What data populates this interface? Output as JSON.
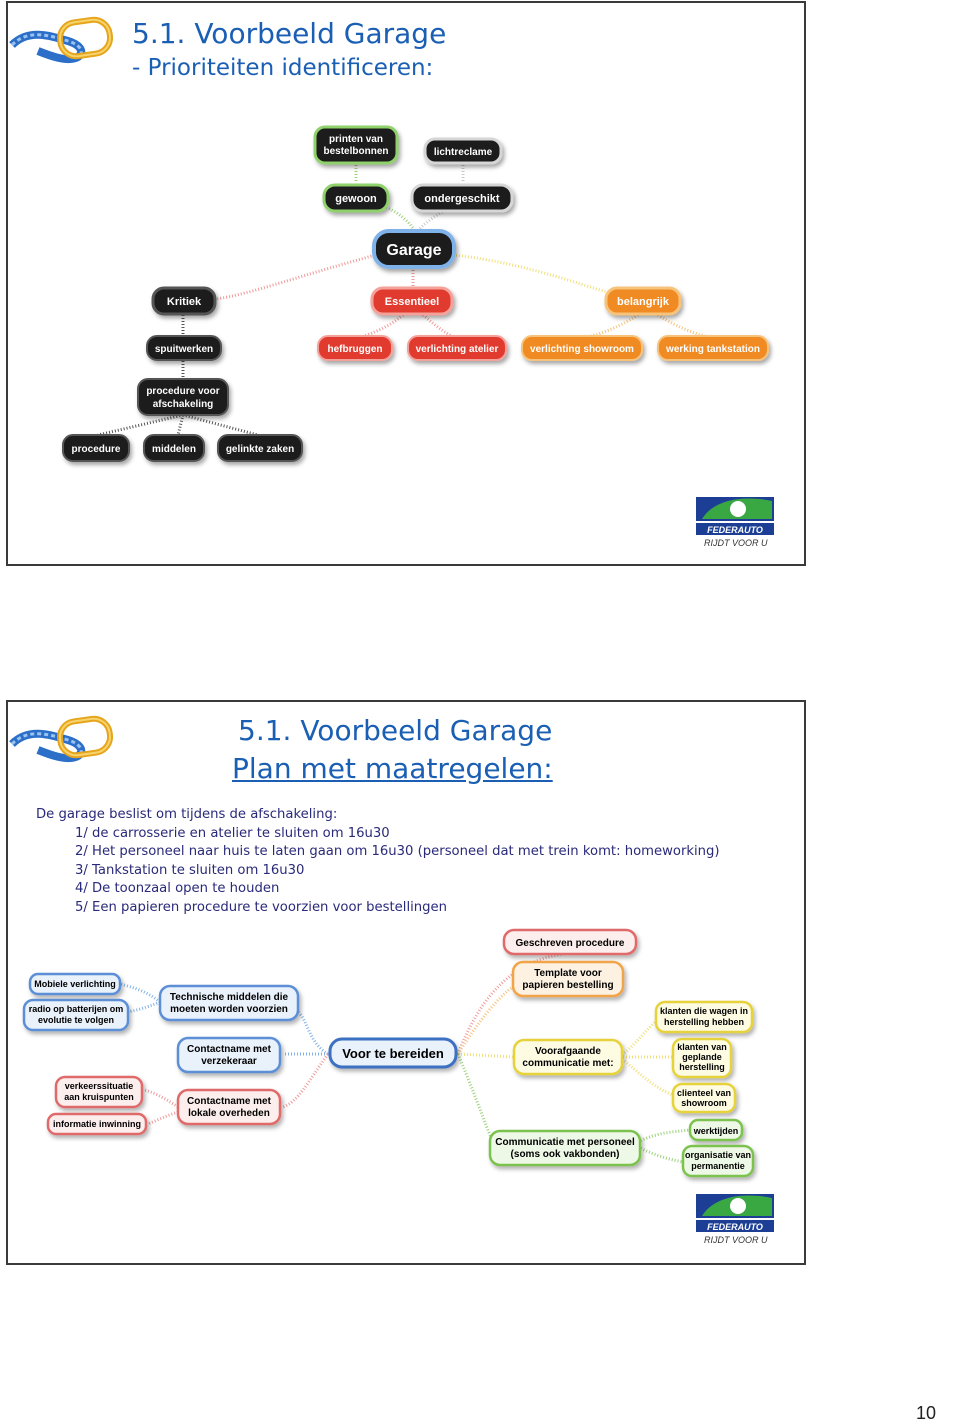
{
  "slide1": {
    "title": "5.1. Voorbeeld Garage",
    "subtitle": "- Prioriteiten identificeren:",
    "mindmap": {
      "printen": [
        "printen van",
        "bestelbonnen"
      ],
      "lichtreclame": "lichtreclame",
      "gewoon": "gewoon",
      "ondergeschikt": "ondergeschikt",
      "garage": "Garage",
      "kritiek": "Kritiek",
      "essentieel": "Essentieel",
      "belangrijk": "belangrijk",
      "spuitwerken": "spuitwerken",
      "hefbruggen": "hefbruggen",
      "verlichting_atelier": "verlichting atelier",
      "verlichting_showroom": "verlichting showroom",
      "werking_tankstation": "werking tankstation",
      "procedure_afschakeling": [
        "procedure voor",
        "afschakeling"
      ],
      "procedure": "procedure",
      "middelen": "middelen",
      "gelinkte_zaken": "gelinkte zaken"
    },
    "logo_caption": "RIJDT VOOR U",
    "logo_text": "FEDERAUTO"
  },
  "slide2": {
    "title": "5.1. Voorbeeld Garage",
    "subtitle": " Plan met maatregelen:",
    "body": {
      "intro": "De garage beslist om tijdens de afschakeling:",
      "items": [
        "1/ de carrosserie en atelier te sluiten om 16u30",
        "2/ Het personeel naar huis te laten gaan om 16u30 (personeel dat met trein komt: homeworking)",
        "3/ Tankstation te sluiten om 16u30",
        "4/ De toonzaal open te houden",
        "5/ Een papieren procedure te voorzien voor bestellingen"
      ]
    },
    "mindmap": {
      "center": "Voor te bereiden",
      "geschreven": "Geschreven procedure",
      "template": [
        "Template voor",
        "papieren bestelling"
      ],
      "klanten_wagen": [
        "klanten die wagen in",
        "herstelling hebben"
      ],
      "voorafgaande": [
        "Voorafgaande",
        "communicatie met:"
      ],
      "klanten_van": [
        "klanten van",
        "geplande",
        "herstelling"
      ],
      "clienteel": [
        "clienteel van",
        "showroom"
      ],
      "communicatie": [
        "Communicatie met personeel",
        "(soms ook vakbonden)"
      ],
      "werktijden": "werktijden",
      "organisatie": [
        "organisatie van",
        "permanentie"
      ],
      "mobiele": "Mobiele verlichting",
      "radio": [
        "radio op batterijen om",
        "evolutie te volgen"
      ],
      "technische": [
        "Technische middelen die",
        "moeten worden voorzien"
      ],
      "verzekeraar": [
        "Contactname met",
        "verzekeraar"
      ],
      "overheden": [
        "Contactname met",
        "lokale overheden"
      ],
      "verkeerssituatie": [
        "verkeerssituatie",
        "aan kruispunten"
      ],
      "informatie": "informatie inwinning"
    },
    "logo_caption": "RIJDT VOOR U",
    "logo_text": "FEDERAUTO"
  },
  "page_number": "10"
}
